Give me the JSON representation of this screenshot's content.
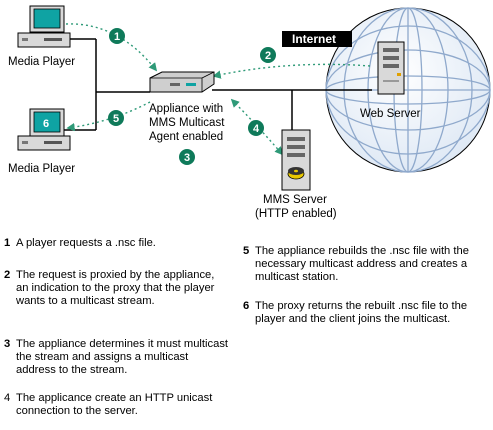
{
  "labels": {
    "media_player_top": "Media Player",
    "media_player_bottom": "Media Player",
    "internet": "Internet",
    "web_server": "Web Server",
    "appliance_line1": "Appliance with",
    "appliance_line2": "MMS Multicast",
    "appliance_line3": "Agent enabled",
    "mms_server_line1": "MMS Server",
    "mms_server_line2": "(HTTP enabled)",
    "screen_number": "6"
  },
  "badges": [
    "1",
    "2",
    "3",
    "4",
    "5"
  ],
  "steps": [
    {
      "num": "1",
      "text": "A player requests a .nsc file."
    },
    {
      "num": "2",
      "text": "The request is proxied by the appliance, an indication to the proxy that the player wants to a multicast stream."
    },
    {
      "num": "3",
      "text": "The appliance determines it must multicast the stream and assigns a multicast address to the stream."
    },
    {
      "num": "4",
      "text": "The applicance create an HTTP unicast connection to the server."
    },
    {
      "num": "5",
      "text": "The appliance rebuilds the .nsc file with the necessary multicast address and creates a multicast station."
    },
    {
      "num": "6",
      "text": "The proxy returns the rebuilt .nsc file to the player and the client joins the multicast."
    }
  ],
  "colors": {
    "badge": "#0f7a5a",
    "screen": "#0fa3a3",
    "globe_line": "#8fa9cc",
    "arrow": "#2f9a78"
  }
}
